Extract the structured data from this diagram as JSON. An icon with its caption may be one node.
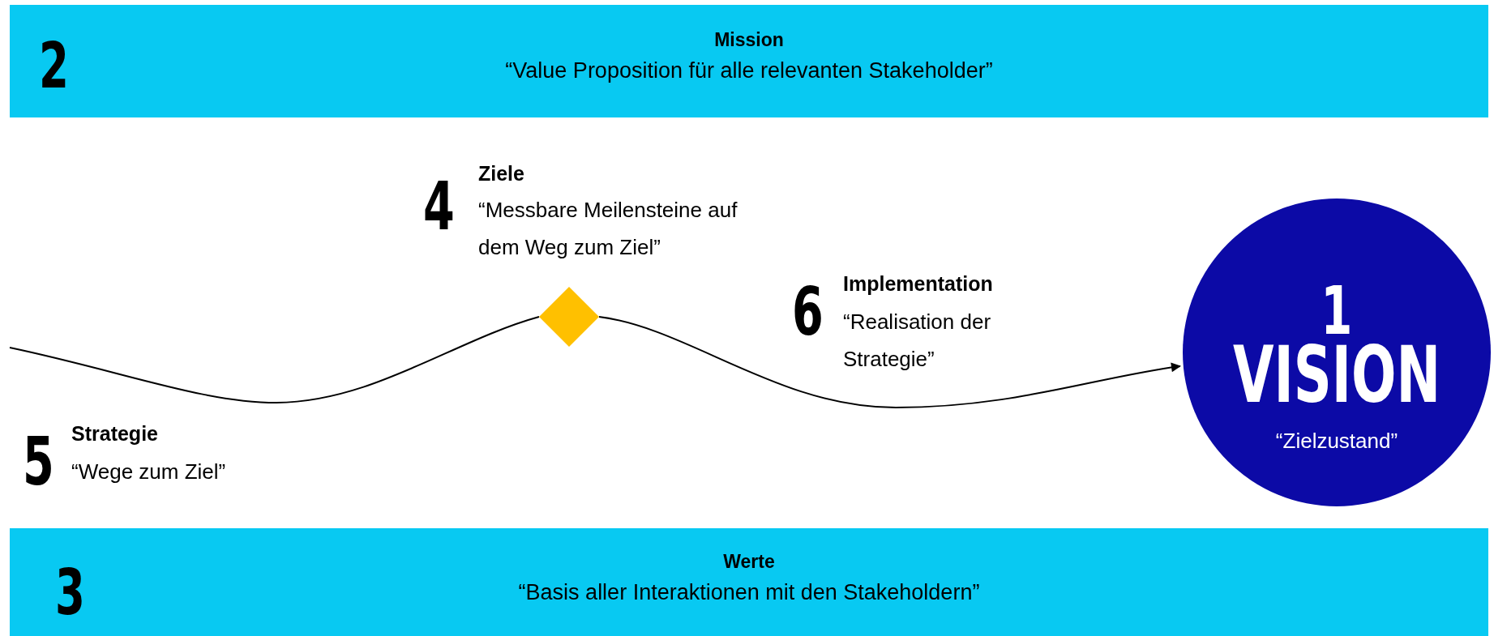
{
  "diagram": {
    "nodes": [
      {
        "text": [
          "2",
          "Mission",
          "“Value Proposition für alle relevanten Stakeholder”"
        ]
      },
      {
        "text": [
          "3",
          "Werte",
          "“Basis aller Interaktionen mit den Stakeholdern”"
        ]
      },
      {
        "text": [
          "1",
          "VISION",
          "“Zielzustand”"
        ]
      },
      {
        "text": [
          "4",
          "Ziele",
          "“Messbare Meilensteine auf dem Weg zum Ziel”"
        ]
      },
      {
        "text": [
          "6",
          "Implementation",
          "“Realisation der Strategie”"
        ]
      },
      {
        "text": [
          "5",
          "Strategie",
          "“Wege zum Ziel”"
        ]
      },
      {
        "text": [],
        "shape": "diamond"
      }
    ],
    "edges": [
      {
        "from": null,
        "to": 6,
        "arrow": "none"
      },
      {
        "from": 6,
        "to": 2,
        "arrow": "to"
      }
    ]
  }
}
